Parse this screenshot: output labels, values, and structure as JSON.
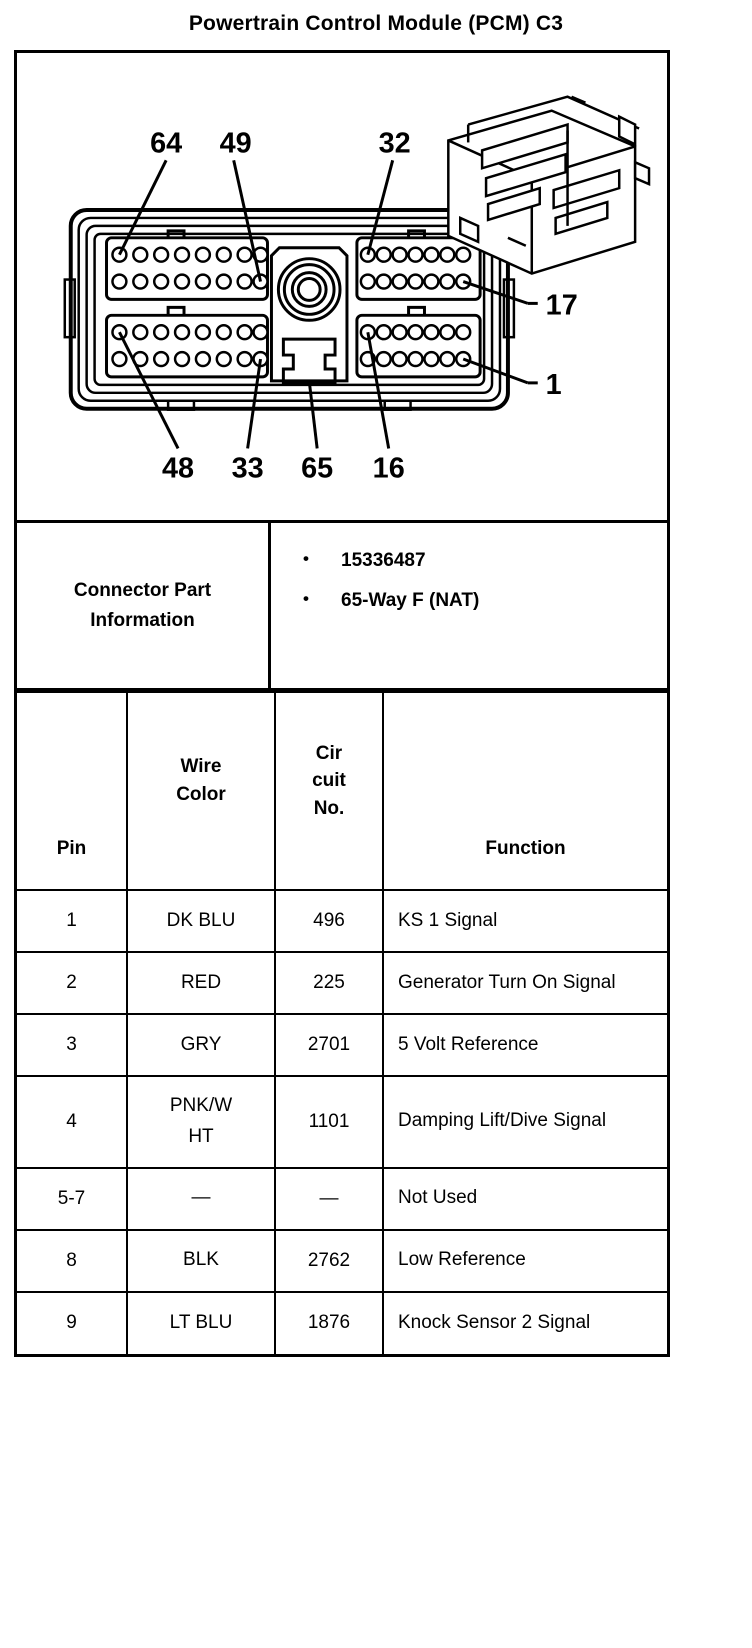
{
  "document": {
    "title": "Powertrain Control Module (PCM) C3"
  },
  "diagram": {
    "name": "pcm-c3-connector-face-view",
    "callouts": {
      "top": [
        "64",
        "49",
        "32"
      ],
      "right": [
        "17",
        "1"
      ],
      "bottom": [
        "48",
        "33",
        "65",
        "16"
      ]
    }
  },
  "connector_part_information": {
    "label": "Connector Part Information",
    "items": [
      "15336487",
      "65-Way F (NAT)"
    ]
  },
  "pin_table": {
    "headers": {
      "pin": "Pin",
      "wire_color": [
        "Wire",
        "Color"
      ],
      "circuit_no": [
        "Cir",
        "cuit",
        "No."
      ],
      "function": "Function"
    },
    "rows": [
      {
        "pin": "1",
        "wire_color": [
          "DK BLU"
        ],
        "circuit_no": "496",
        "function": "KS 1 Signal"
      },
      {
        "pin": "2",
        "wire_color": [
          "RED"
        ],
        "circuit_no": "225",
        "function": "Generator Turn On Signal"
      },
      {
        "pin": "3",
        "wire_color": [
          "GRY"
        ],
        "circuit_no": "2701",
        "function": "5 Volt Reference"
      },
      {
        "pin": "4",
        "wire_color": [
          "PNK/W",
          "HT"
        ],
        "circuit_no": "1101",
        "function": "Damping Lift/Dive Signal"
      },
      {
        "pin": "5-7",
        "wire_color": [
          "—"
        ],
        "circuit_no": "—",
        "function": "Not Used"
      },
      {
        "pin": "8",
        "wire_color": [
          "BLK"
        ],
        "circuit_no": "2762",
        "function": "Low Reference"
      },
      {
        "pin": "9",
        "wire_color": [
          "LT BLU"
        ],
        "circuit_no": "1876",
        "function": "Knock Sensor 2 Signal"
      }
    ]
  }
}
